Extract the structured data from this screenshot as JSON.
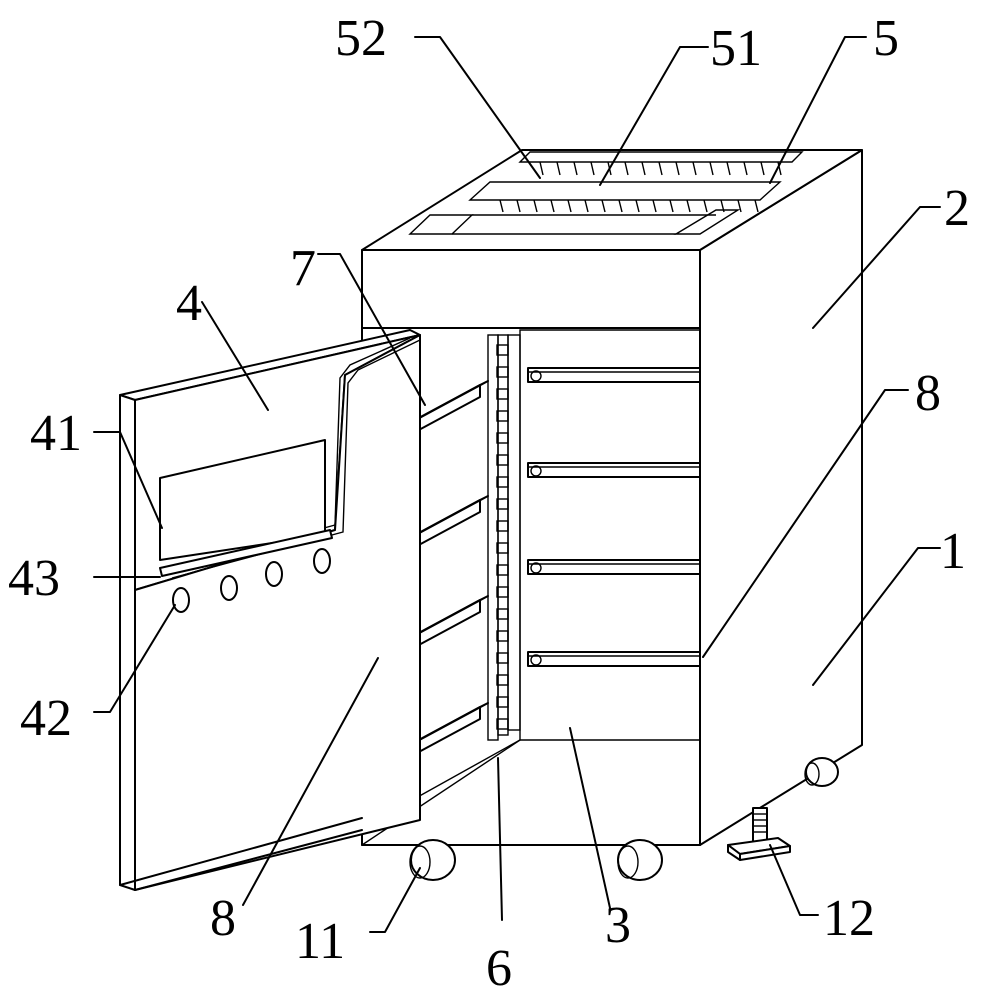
{
  "figure": {
    "labels": {
      "l1": "1",
      "l2": "2",
      "l3": "3",
      "l4": "4",
      "l41": "41",
      "l42": "42",
      "l43": "43",
      "l5": "5",
      "l51": "51",
      "l52": "52",
      "l6": "6",
      "l7": "7",
      "l8a": "8",
      "l8b": "8",
      "l11": "11",
      "l12": "12"
    }
  }
}
